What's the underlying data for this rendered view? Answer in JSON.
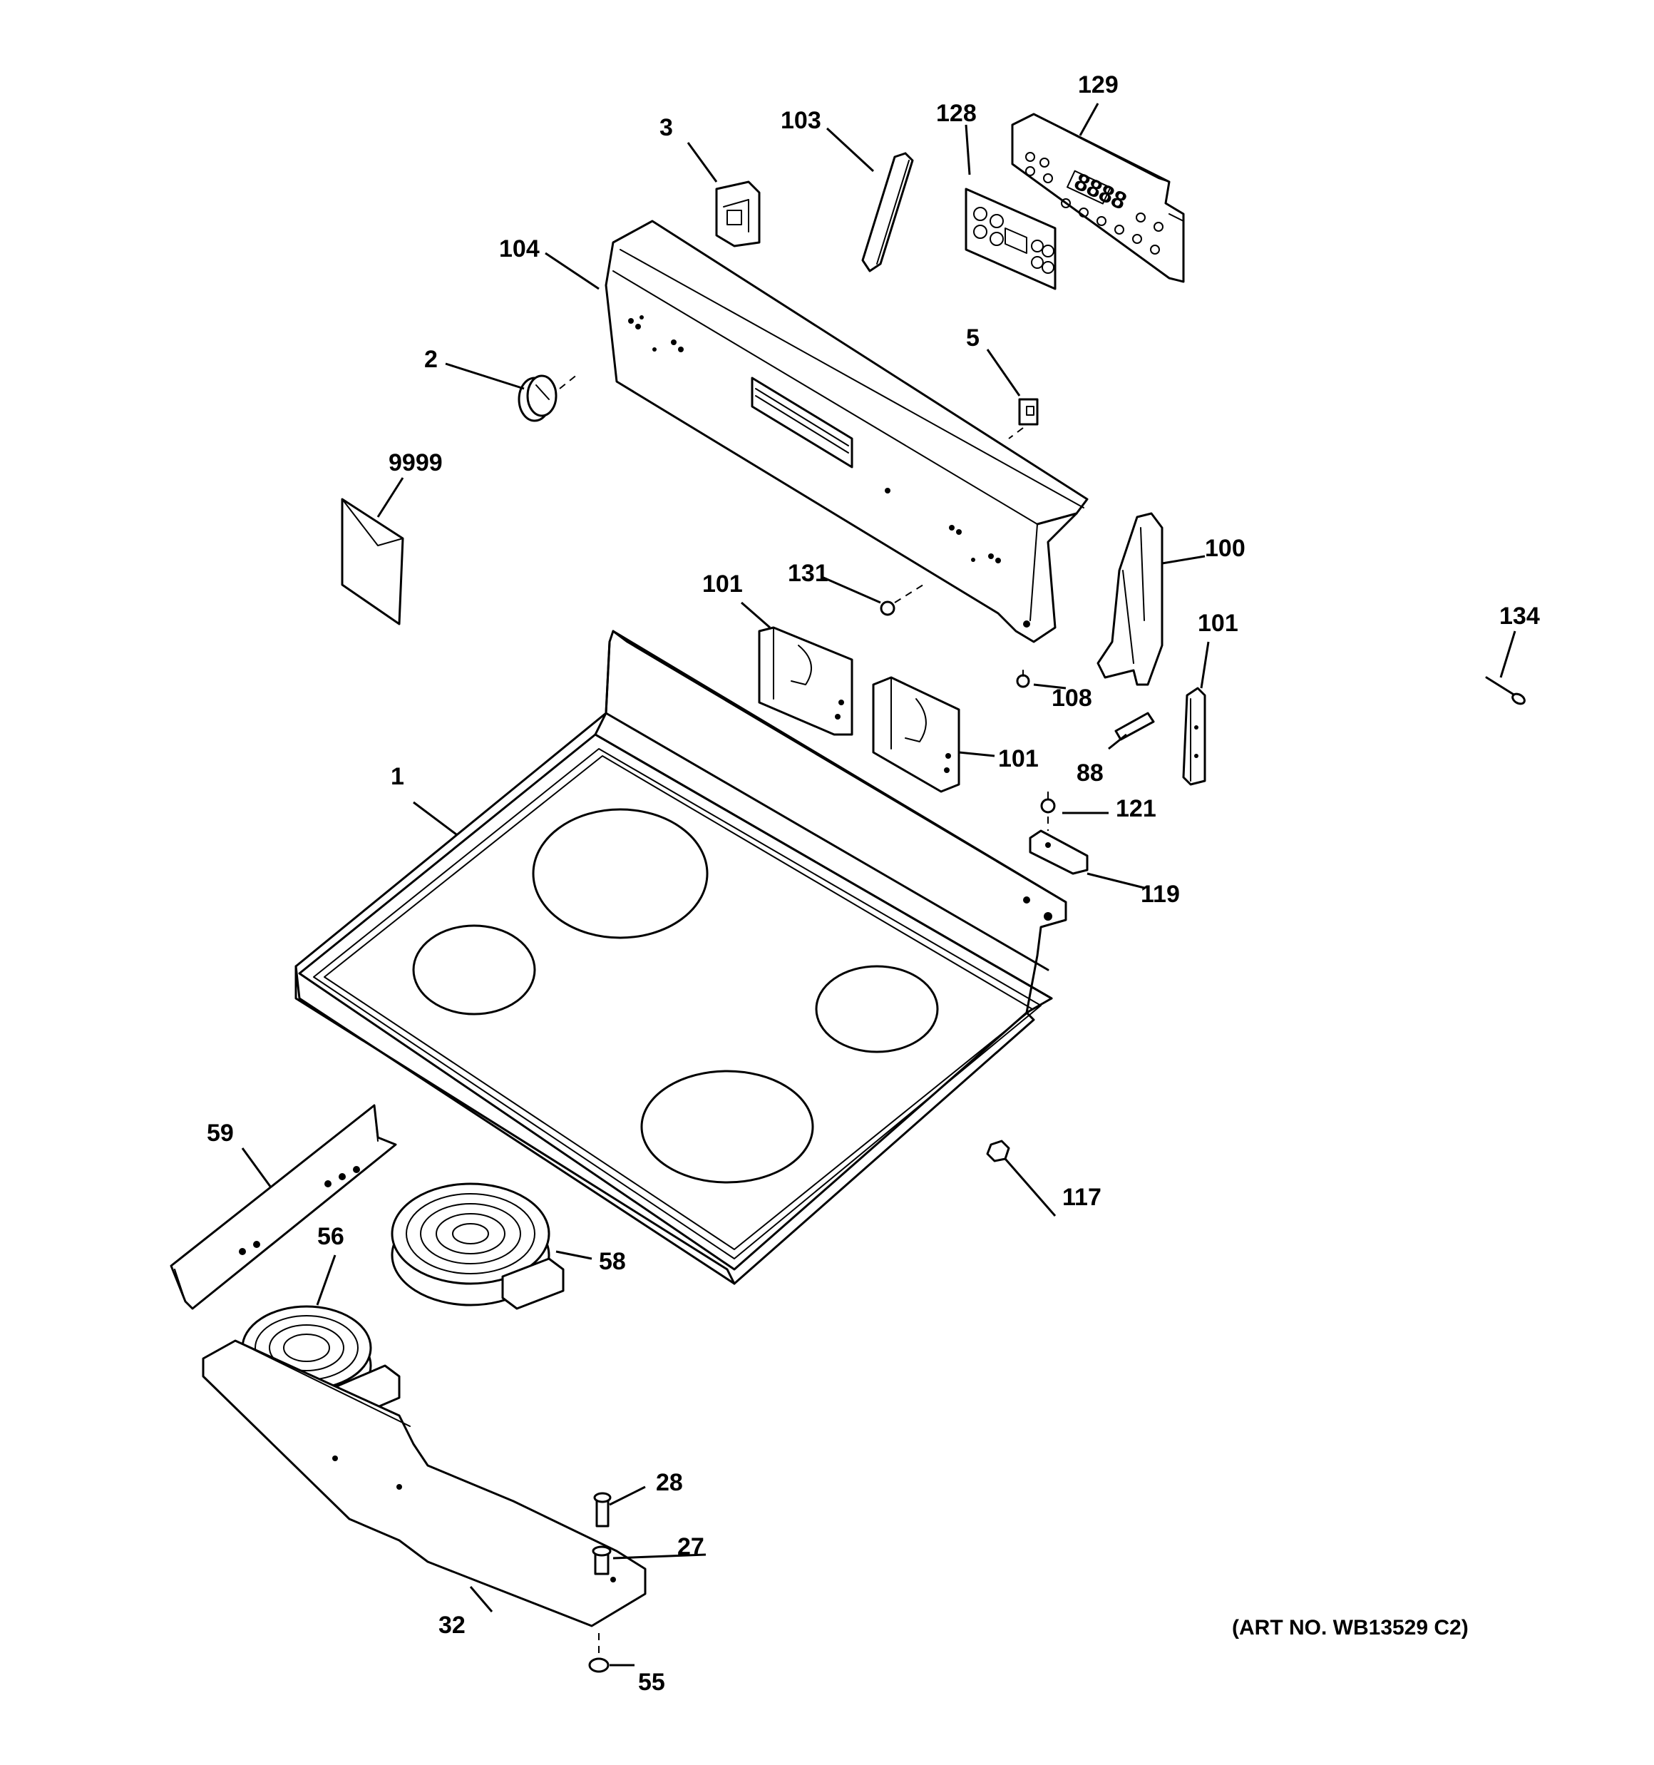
{
  "callouts": {
    "c1": "1",
    "c2": "2",
    "c3": "3",
    "c5": "5",
    "c27": "27",
    "c28": "28",
    "c32": "32",
    "c55": "55",
    "c56": "56",
    "c58": "58",
    "c59": "59",
    "c88": "88",
    "c100": "100",
    "c101a": "101",
    "c101b": "101",
    "c101c": "101",
    "c103": "103",
    "c104": "104",
    "c108": "108",
    "c117": "117",
    "c119": "119",
    "c121": "121",
    "c128": "128",
    "c129": "129",
    "c131": "131",
    "c134": "134",
    "c9999": "9999"
  },
  "control_display_text": "8888",
  "art_number": "(ART NO. WB13529 C2)",
  "colors": {
    "line": "#000000",
    "background": "#ffffff"
  }
}
